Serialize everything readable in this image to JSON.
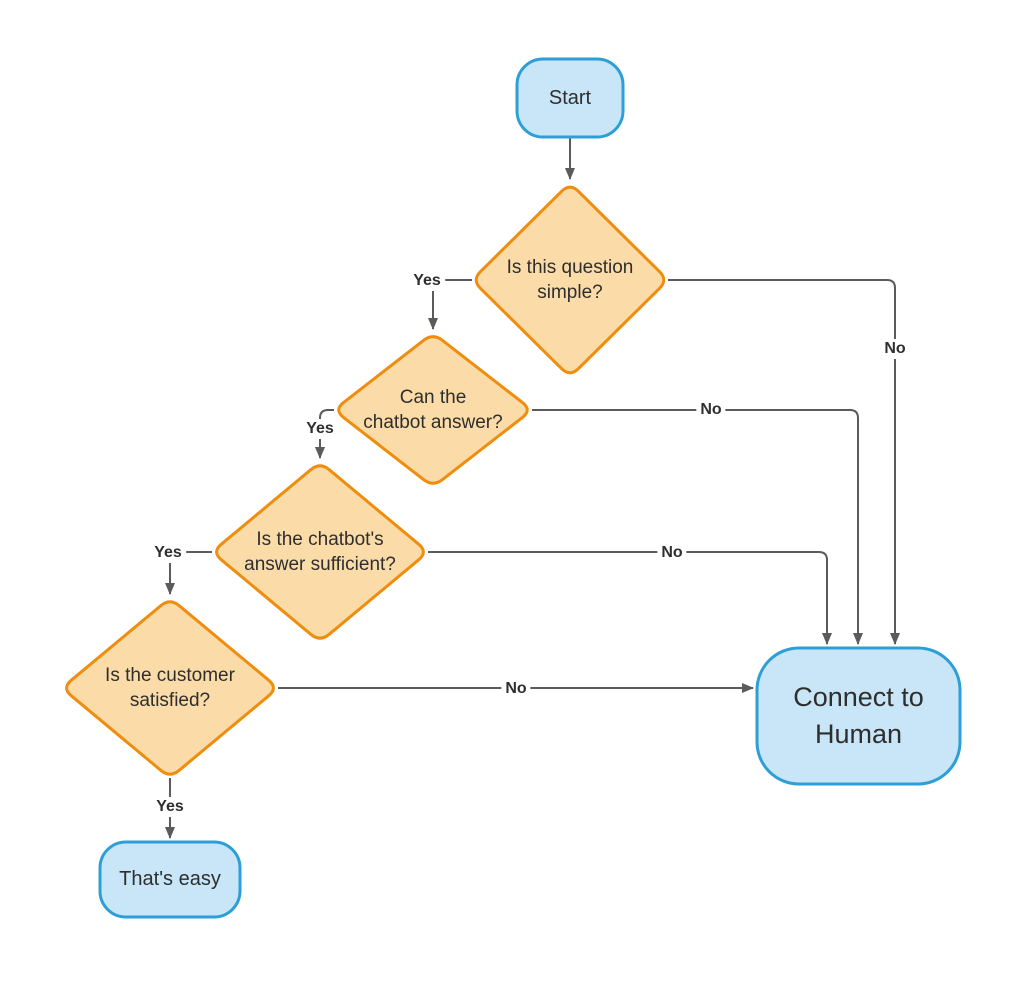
{
  "diagram": {
    "colors": {
      "terminal_fill": "#C8E6F7",
      "terminal_border": "#2E9FD6",
      "decision_fill": "#FBDCA9",
      "decision_border": "#EE8D0E",
      "edge": "#5B5B5B",
      "node_text": "#2E2E2E",
      "label_text": "#2F2F2F",
      "background": "#FFFFFF"
    },
    "nodes": {
      "start": {
        "type": "terminal",
        "label": "Start"
      },
      "question_simple": {
        "type": "decision",
        "label": "Is this question\nsimple?"
      },
      "chatbot_answer": {
        "type": "decision",
        "label": "Can the\nchatbot answer?"
      },
      "answer_sufficient": {
        "type": "decision",
        "label": "Is the chatbot's\nanswer sufficient?"
      },
      "customer_satisfied": {
        "type": "decision",
        "label": "Is the customer\nsatisfied?"
      },
      "connect_human": {
        "type": "terminal",
        "label": "Connect to\nHuman"
      },
      "thats_easy": {
        "type": "terminal",
        "label": "That's easy"
      }
    },
    "edges": [
      {
        "from": "start",
        "to": "question_simple",
        "label": ""
      },
      {
        "from": "question_simple",
        "to": "chatbot_answer",
        "label": "Yes"
      },
      {
        "from": "question_simple",
        "to": "connect_human",
        "label": "No"
      },
      {
        "from": "chatbot_answer",
        "to": "answer_sufficient",
        "label": "Yes"
      },
      {
        "from": "chatbot_answer",
        "to": "connect_human",
        "label": "No"
      },
      {
        "from": "answer_sufficient",
        "to": "customer_satisfied",
        "label": "Yes"
      },
      {
        "from": "answer_sufficient",
        "to": "connect_human",
        "label": "No"
      },
      {
        "from": "customer_satisfied",
        "to": "thats_easy",
        "label": "Yes"
      },
      {
        "from": "customer_satisfied",
        "to": "connect_human",
        "label": "No"
      }
    ]
  }
}
